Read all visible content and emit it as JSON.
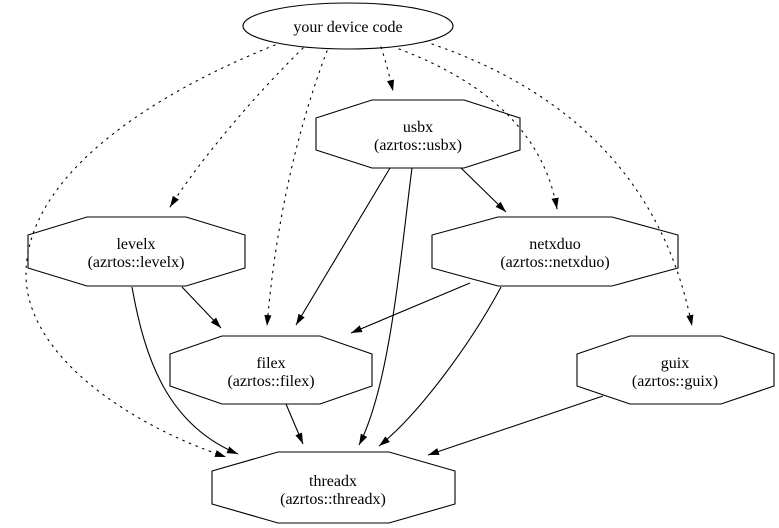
{
  "diagram": {
    "type": "dependency-graph",
    "background_color": "#ffffff",
    "line_color": "#000000",
    "nodes": {
      "device": {
        "label": "your device code",
        "shape": "ellipse"
      },
      "usbx": {
        "label": "usbx",
        "sublabel": "(azrtos::usbx)",
        "shape": "octagon"
      },
      "levelx": {
        "label": "levelx",
        "sublabel": "(azrtos::levelx)",
        "shape": "octagon"
      },
      "netxduo": {
        "label": "netxduo",
        "sublabel": "(azrtos::netxduo)",
        "shape": "octagon"
      },
      "filex": {
        "label": "filex",
        "sublabel": "(azrtos::filex)",
        "shape": "octagon"
      },
      "guix": {
        "label": "guix",
        "sublabel": "(azrtos::guix)",
        "shape": "octagon"
      },
      "threadx": {
        "label": "threadx",
        "sublabel": "(azrtos::threadx)",
        "shape": "octagon"
      }
    },
    "edges": [
      {
        "from": "your device code",
        "to": "usbx",
        "style": "dotted"
      },
      {
        "from": "your device code",
        "to": "levelx",
        "style": "dotted"
      },
      {
        "from": "your device code",
        "to": "filex",
        "style": "dotted"
      },
      {
        "from": "your device code",
        "to": "netxduo",
        "style": "dotted"
      },
      {
        "from": "your device code",
        "to": "guix",
        "style": "dotted"
      },
      {
        "from": "your device code",
        "to": "threadx",
        "style": "dotted"
      },
      {
        "from": "usbx",
        "to": "netxduo",
        "style": "solid"
      },
      {
        "from": "usbx",
        "to": "filex",
        "style": "solid"
      },
      {
        "from": "usbx",
        "to": "threadx",
        "style": "solid"
      },
      {
        "from": "levelx",
        "to": "filex",
        "style": "solid"
      },
      {
        "from": "levelx",
        "to": "threadx",
        "style": "solid"
      },
      {
        "from": "netxduo",
        "to": "filex",
        "style": "solid"
      },
      {
        "from": "netxduo",
        "to": "threadx",
        "style": "solid"
      },
      {
        "from": "filex",
        "to": "threadx",
        "style": "solid"
      },
      {
        "from": "guix",
        "to": "threadx",
        "style": "solid"
      }
    ]
  }
}
